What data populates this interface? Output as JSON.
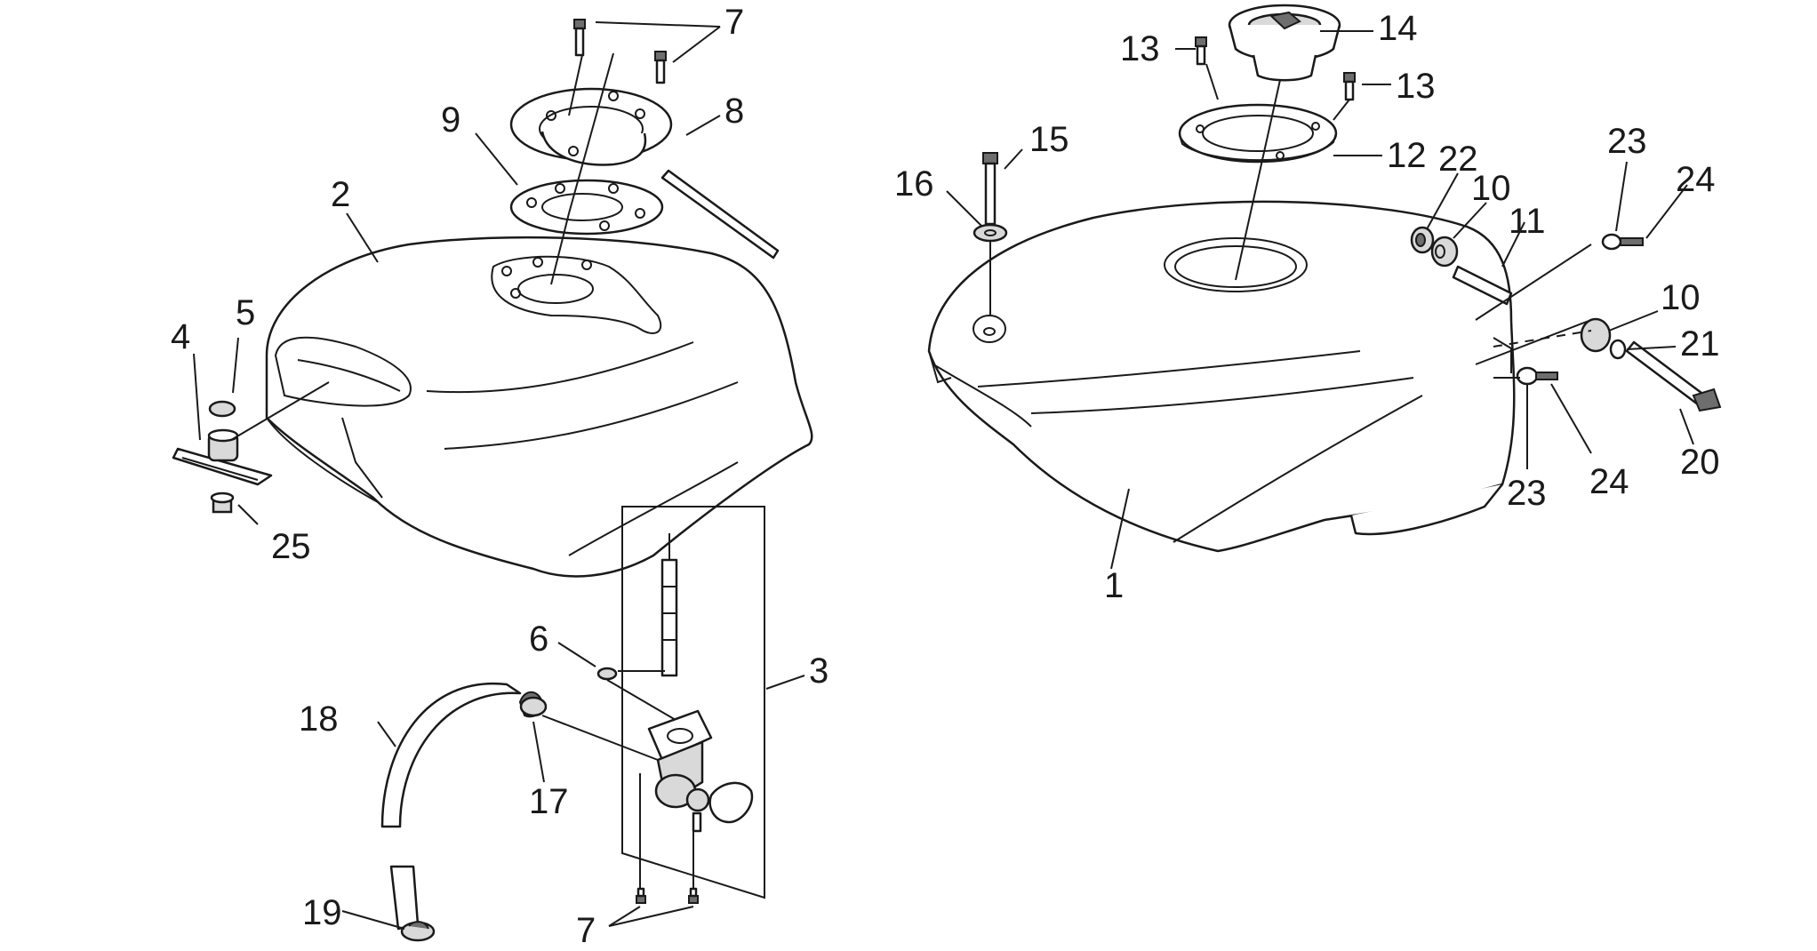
{
  "callouts": {
    "c1": "1",
    "c2": "2",
    "c3": "3",
    "c4": "4",
    "c5": "5",
    "c6": "6",
    "c7a": "7",
    "c7b": "7",
    "c8": "8",
    "c9": "9",
    "c10a": "10",
    "c10b": "10",
    "c11": "11",
    "c12": "12",
    "c13a": "13",
    "c13b": "13",
    "c14": "14",
    "c15": "15",
    "c16": "16",
    "c17": "17",
    "c18": "18",
    "c19": "19",
    "c20": "20",
    "c21": "21",
    "c22": "22",
    "c23a": "23",
    "c23b": "23",
    "c24a": "24",
    "c24b": "24",
    "c25": "25"
  }
}
